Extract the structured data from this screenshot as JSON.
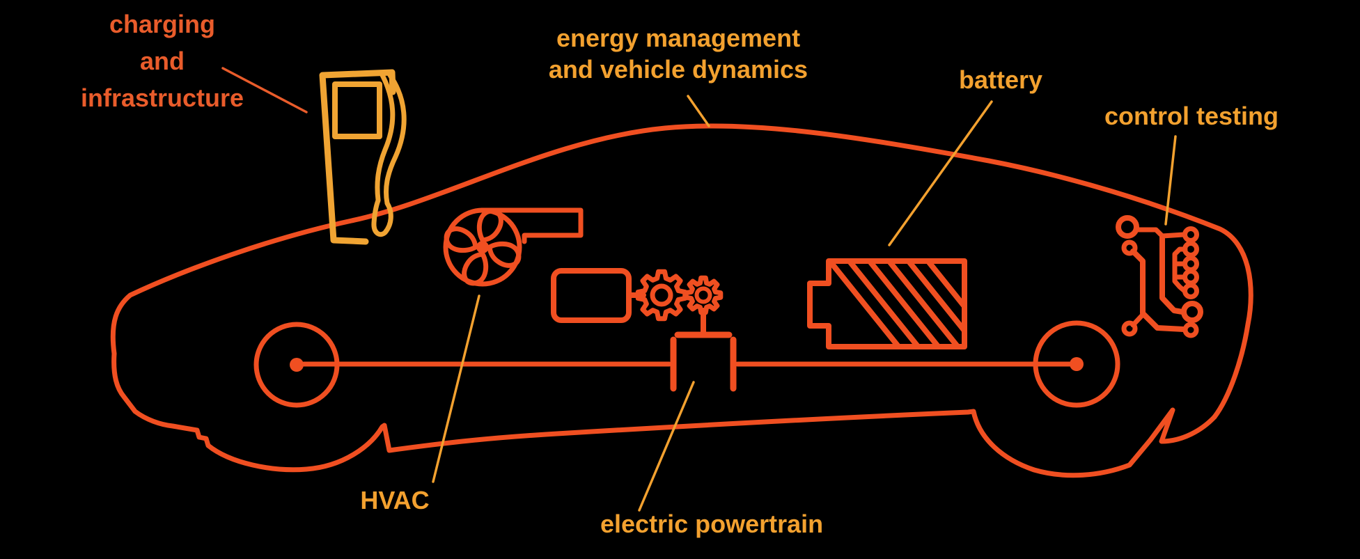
{
  "diagram": {
    "type": "electric-vehicle-systems-diagram",
    "background": "#000000",
    "labels": {
      "charging_line1": "charging",
      "charging_line2": "and",
      "charging_line3": "infrastructure",
      "energy_line1": "energy management",
      "energy_line2": "and vehicle dynamics",
      "battery": "battery",
      "control_testing": "control testing",
      "hvac": "HVAC",
      "electric_powertrain": "electric powertrain"
    },
    "icons": {
      "charging_station": "charging-station-icon",
      "hvac_fan": "blower-fan-icon",
      "electric_motor": "motor-with-gears-icon",
      "battery_pack": "battery-icon",
      "circuit_board": "circuit-board-icon",
      "car": "car-outline",
      "front_wheel": "front-wheel",
      "rear_wheel": "rear-wheel"
    }
  },
  "colors": {
    "background": "#000000",
    "car_outline": "#F04F21",
    "accent_amber": "#F3A12F",
    "charging_label": "#E95C2B",
    "pump_amber": "#F0A433",
    "gear_fill": "#FFFFFF"
  }
}
